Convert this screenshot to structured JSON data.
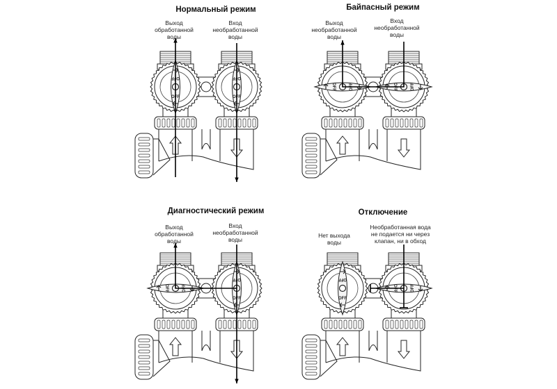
{
  "panels": [
    {
      "id": "normal",
      "title": "Нормальный режим",
      "labels": [
        "Выход\nобработанной\nводы",
        "Вход\nнеобработанной\nводы"
      ],
      "left_handle": "vertical",
      "right_handle": "vertical",
      "flow": "normal"
    },
    {
      "id": "bypass",
      "title": "Байпасный режим",
      "labels": [
        "Выход\nнеобработанной\nводы",
        "Вход\nнеобработанной\nводы"
      ],
      "left_handle": "horizontal",
      "right_handle": "horizontal",
      "flow": "bypass"
    },
    {
      "id": "diagnostic",
      "title": "Диагностический режим",
      "labels": [
        "Выход\nобработанной\nводы",
        "Вход\nнеобработанной\nводы"
      ],
      "left_handle": "horizontal",
      "right_handle": "vertical",
      "flow": "diagnostic"
    },
    {
      "id": "off",
      "title": "Отключение",
      "labels": [
        "Нет выхода\nводы",
        "Необработанная вода\nне подается  ни через\nклапан, ни в обход"
      ],
      "left_handle": "vertical",
      "right_handle": "horizontal",
      "flow": "off"
    }
  ],
  "handle_text": {
    "off": "OFF"
  }
}
